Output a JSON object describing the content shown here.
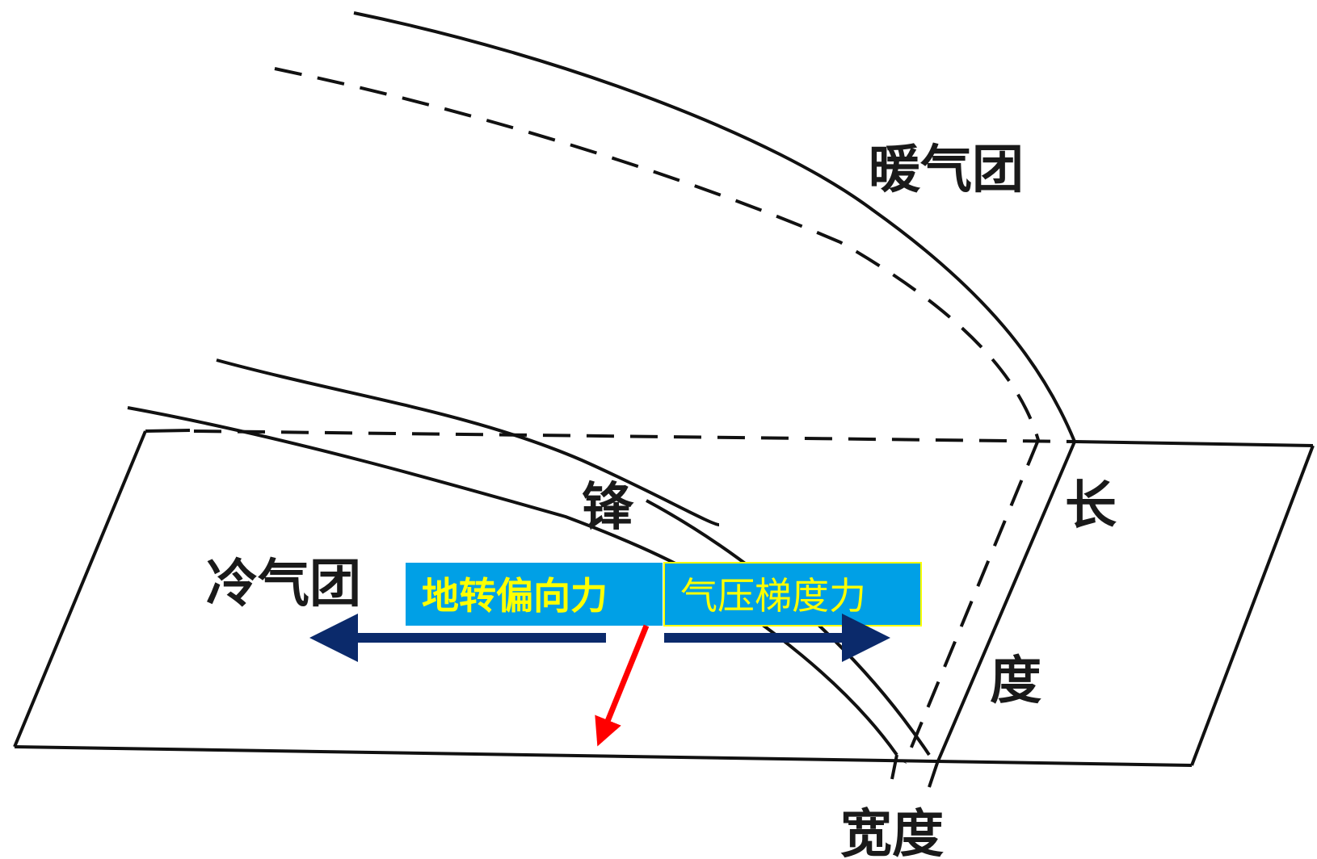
{
  "labels": {
    "warm_air_mass": "暖气团",
    "cold_air_mass": "冷气团",
    "front": "锋",
    "length_top": "长",
    "length_bottom": "度",
    "width": "宽度"
  },
  "forces": {
    "coriolis": {
      "label": "地转偏向力",
      "text_color": "#ffff00",
      "box_color": "#00a0e6"
    },
    "pressure_gradient": {
      "label": "气压梯度力",
      "text_color": "#ffff00",
      "box_color": "#00a0e6"
    }
  },
  "arrows": {
    "coriolis_color": "#0b2a6b",
    "pressure_gradient_color": "#0b2a6b",
    "resultant_color": "#ff0000"
  }
}
